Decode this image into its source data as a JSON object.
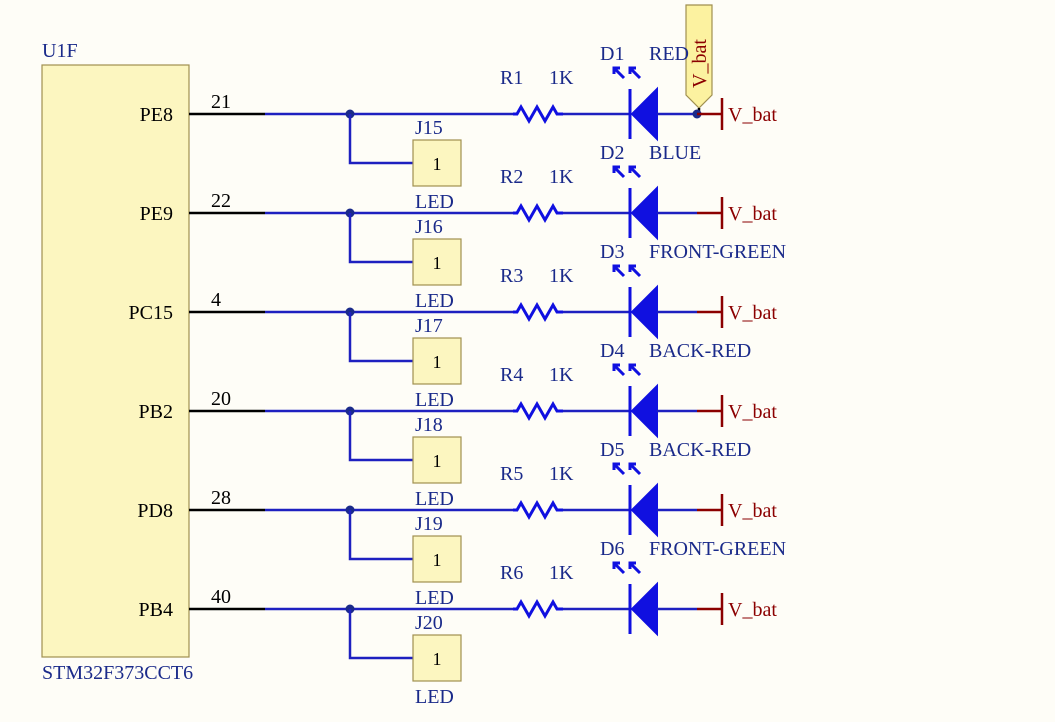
{
  "ic": {
    "designator": "U1F",
    "part": "STM32F373CCT6"
  },
  "channels": [
    {
      "pin_name": "PE8",
      "pin_number": "21",
      "header": "J15",
      "header_pin": "1",
      "header_label": "LED",
      "resistor": "R1",
      "resistor_value": "1K",
      "diode": "D1",
      "diode_label": "RED",
      "supply": "V_bat"
    },
    {
      "pin_name": "PE9",
      "pin_number": "22",
      "header": "J16",
      "header_pin": "1",
      "header_label": "LED",
      "resistor": "R2",
      "resistor_value": "1K",
      "diode": "D2",
      "diode_label": "BLUE",
      "supply": "V_bat"
    },
    {
      "pin_name": "PC15",
      "pin_number": "4",
      "header": "J17",
      "header_pin": "1",
      "header_label": "LED",
      "resistor": "R3",
      "resistor_value": "1K",
      "diode": "D3",
      "diode_label": "FRONT-GREEN",
      "supply": "V_bat"
    },
    {
      "pin_name": "PB2",
      "pin_number": "20",
      "header": "J18",
      "header_pin": "1",
      "header_label": "LED",
      "resistor": "R4",
      "resistor_value": "1K",
      "diode": "D4",
      "diode_label": "BACK-RED",
      "supply": "V_bat"
    },
    {
      "pin_name": "PD8",
      "pin_number": "28",
      "header": "J19",
      "header_pin": "1",
      "header_label": "LED",
      "resistor": "R5",
      "resistor_value": "1K",
      "diode": "D5",
      "diode_label": "BACK-RED",
      "supply": "V_bat"
    },
    {
      "pin_name": "PB4",
      "pin_number": "40",
      "header": "J20",
      "header_pin": "1",
      "header_label": "LED",
      "resistor": "R6",
      "resistor_value": "1K",
      "diode": "D6",
      "diode_label": "FRONT-GREEN",
      "supply": "V_bat"
    }
  ],
  "net_flag": {
    "label": "V_bat"
  },
  "colors": {
    "background": "#fefdf7",
    "wire": "#1e20c0",
    "device": "#1010e0",
    "label": "#1a2a8a",
    "power": "#8b0000",
    "body_fill": "#fcf6c0"
  }
}
